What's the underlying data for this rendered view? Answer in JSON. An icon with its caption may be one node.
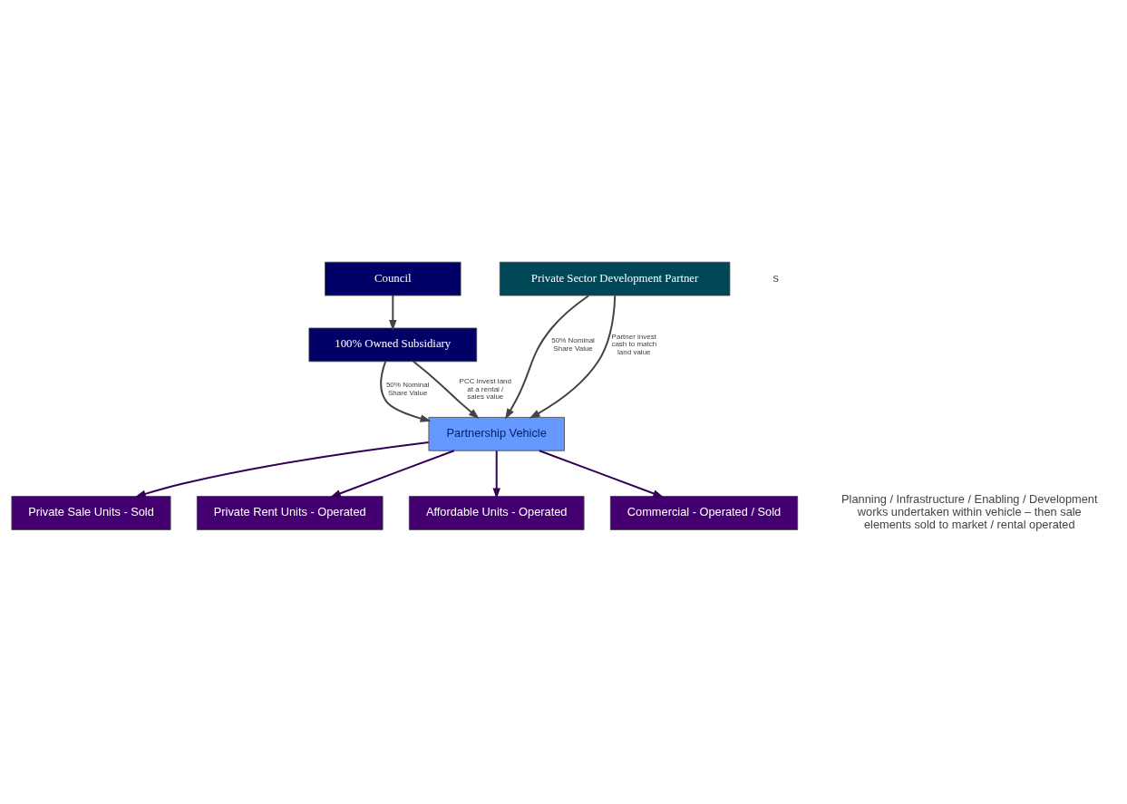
{
  "diagram": {
    "nodes": [
      {
        "text": [
          "Council"
        ]
      },
      {
        "text": [
          "100% Owned Subsidiary"
        ]
      },
      {
        "text": [
          "Private Sector Development Partner"
        ]
      },
      {
        "text": [
          "Partnership Vehicle"
        ]
      },
      {
        "text": [
          "Private Sale Units - Sold"
        ]
      },
      {
        "text": [
          "Private Rent Units - Operated"
        ]
      },
      {
        "text": [
          "Affordable Units - Operated"
        ]
      },
      {
        "text": [
          "Commercial - Operated / Sold"
        ]
      }
    ],
    "edges": [
      {
        "from": 0,
        "to": 1,
        "arrow": "to"
      },
      {
        "from": 1,
        "to": 3,
        "arrow": "to",
        "label": "50% Nominal Share Value"
      },
      {
        "from": 1,
        "to": 3,
        "arrow": "to",
        "label": "PCC invest land at a rental / sales value"
      },
      {
        "from": 2,
        "to": 3,
        "arrow": "to",
        "label": "50% Nominal Share Value"
      },
      {
        "from": 2,
        "to": 3,
        "arrow": "to",
        "label": "Partner invest cash to match land value"
      },
      {
        "from": 3,
        "to": 4,
        "arrow": "to",
        "color": "#330055"
      },
      {
        "from": 3,
        "to": 5,
        "arrow": "to",
        "color": "#330055"
      },
      {
        "from": 3,
        "to": 6,
        "arrow": "to",
        "color": "#330055"
      },
      {
        "from": 3,
        "to": 7,
        "arrow": "to",
        "color": "#330055"
      }
    ],
    "labels": [
      "Planning / Infrastructure / Enabling / Development works undertaken within vehicle – then sale elements sold to market / rental operated",
      "s"
    ]
  }
}
